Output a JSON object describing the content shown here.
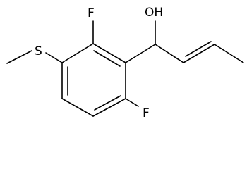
{
  "molecule": {
    "atoms": {
      "f_top": "F",
      "f_bottom": "F",
      "sulfur": "S",
      "hydroxyl": "OH"
    },
    "colors": {
      "bond": "#000000",
      "label": "#000000",
      "background": "#ffffff"
    }
  }
}
